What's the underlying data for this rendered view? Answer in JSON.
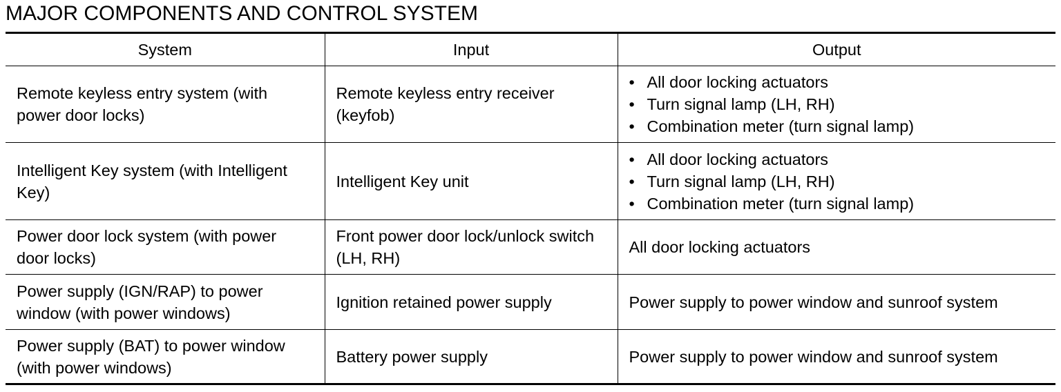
{
  "title": "MAJOR COMPONENTS AND CONTROL SYSTEM",
  "table": {
    "headers": [
      "System",
      "Input",
      "Output"
    ],
    "rows": [
      {
        "system": "Remote keyless entry system (with power door locks)",
        "input": "Remote keyless entry receiver (keyfob)",
        "output": [
          "All door locking actuators",
          "Turn signal lamp (LH, RH)",
          "Combination meter (turn signal lamp)"
        ]
      },
      {
        "system": "Intelligent Key system (with Intelligent Key)",
        "input": "Intelligent Key unit",
        "output": [
          "All door locking actuators",
          "Turn signal lamp (LH, RH)",
          "Combination meter (turn signal lamp)"
        ]
      },
      {
        "system": "Power door lock system (with power door locks)",
        "input": "Front power door lock/unlock switch (LH, RH)",
        "output": "All door locking actuators"
      },
      {
        "system": "Power supply (IGN/RAP) to power window (with power windows)",
        "input": "Ignition retained power supply",
        "output": "Power supply to power window and sunroof system"
      },
      {
        "system": "Power supply (BAT) to power window (with power windows)",
        "input": "Battery power supply",
        "output": "Power supply to power window and sunroof system"
      }
    ]
  },
  "bullet_glyph": "•"
}
